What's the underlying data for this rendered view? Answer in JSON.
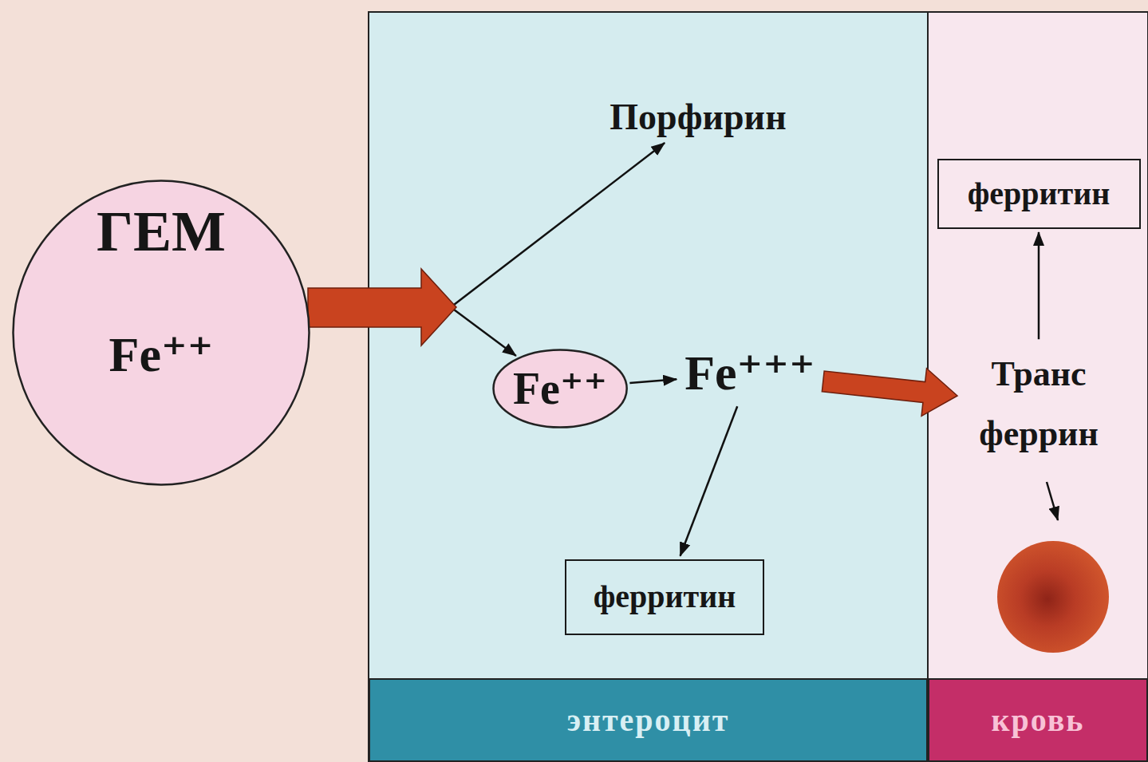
{
  "diagram": {
    "nodes": [
      {
        "text": [
          "ГЕМ",
          "Fe⁺⁺"
        ]
      },
      {
        "text": [
          "энтероцит"
        ]
      },
      {
        "text": [
          "Порфирин"
        ],
        "in": 1
      },
      {
        "text": [
          "Fe⁺⁺"
        ],
        "in": 1
      },
      {
        "text": [
          "Fe⁺⁺⁺"
        ],
        "in": 1
      },
      {
        "text": [
          "ферритин"
        ],
        "in": 1
      },
      {
        "text": [
          "кровь"
        ]
      },
      {
        "text": [
          "ферритин"
        ],
        "in": 6
      },
      {
        "text": [
          "Транс феррин"
        ],
        "in": 6
      }
    ],
    "edges": [
      {
        "from": 0,
        "to": 2,
        "arrow": "to"
      },
      {
        "from": 0,
        "to": 3,
        "arrow": "to"
      },
      {
        "from": 3,
        "to": 4,
        "arrow": "to"
      },
      {
        "from": 4,
        "to": 5,
        "arrow": "to"
      },
      {
        "from": 4,
        "to": 8,
        "arrow": "to"
      },
      {
        "from": 8,
        "to": 7,
        "arrow": "to"
      }
    ]
  }
}
